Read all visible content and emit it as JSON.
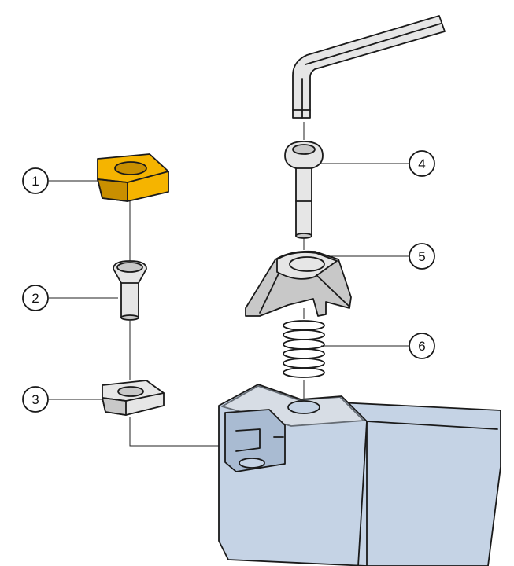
{
  "callouts": [
    {
      "number": "1",
      "part": "insert"
    },
    {
      "number": "2",
      "part": "insert-screw"
    },
    {
      "number": "3",
      "part": "shim"
    },
    {
      "number": "4",
      "part": "clamp-screw"
    },
    {
      "number": "5",
      "part": "clamp"
    },
    {
      "number": "6",
      "part": "spring"
    }
  ],
  "colors": {
    "insert": "#f5b400",
    "insert_dark": "#c98f00",
    "holder": "#c5d3e5",
    "holder_dark": "#a9bbd2",
    "part_light": "#e6e6e6",
    "part_mid": "#c8c8c8",
    "part_dark": "#9a9a9a",
    "outline": "#1a1a1a"
  },
  "icons": [
    "hex-key-icon"
  ]
}
